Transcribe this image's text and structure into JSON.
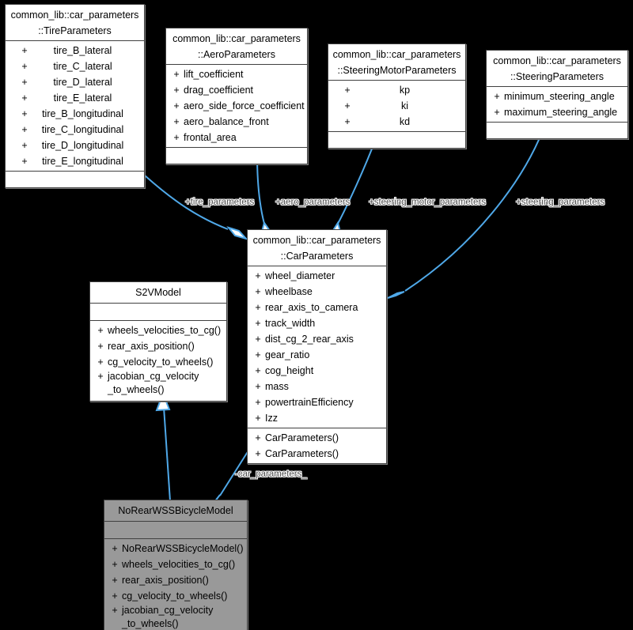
{
  "diagram": {
    "type": "uml-class-diagram",
    "background_color": "#000000",
    "edge_color": "#4fa8e8",
    "box_fill": "#ffffff",
    "focus_box_fill": "#999999",
    "border_color": "#404040"
  },
  "classes": {
    "tire_parameters": {
      "title_line1": "common_lib::car_parameters",
      "title_line2": "::TireParameters",
      "attributes": [
        {
          "vis": "+",
          "name": "tire_B_lateral"
        },
        {
          "vis": "+",
          "name": "tire_C_lateral"
        },
        {
          "vis": "+",
          "name": "tire_D_lateral"
        },
        {
          "vis": "+",
          "name": "tire_E_lateral"
        },
        {
          "vis": "+",
          "name": "tire_B_longitudinal"
        },
        {
          "vis": "+",
          "name": "tire_C_longitudinal"
        },
        {
          "vis": "+",
          "name": "tire_D_longitudinal"
        },
        {
          "vis": "+",
          "name": "tire_E_longitudinal"
        }
      ],
      "methods": []
    },
    "aero_parameters": {
      "title_line1": "common_lib::car_parameters",
      "title_line2": "::AeroParameters",
      "attributes": [
        {
          "vis": "+",
          "name": "lift_coefficient"
        },
        {
          "vis": "+",
          "name": "drag_coefficient"
        },
        {
          "vis": "+",
          "name": "aero_side_force_coefficient"
        },
        {
          "vis": "+",
          "name": "aero_balance_front"
        },
        {
          "vis": "+",
          "name": "frontal_area"
        }
      ],
      "methods": []
    },
    "steering_motor_parameters": {
      "title_line1": "common_lib::car_parameters",
      "title_line2": "::SteeringMotorParameters",
      "attributes": [
        {
          "vis": "+",
          "name": "kp"
        },
        {
          "vis": "+",
          "name": "ki"
        },
        {
          "vis": "+",
          "name": "kd"
        }
      ],
      "methods": []
    },
    "steering_parameters": {
      "title_line1": "common_lib::car_parameters",
      "title_line2": "::SteeringParameters",
      "attributes": [
        {
          "vis": "+",
          "name": "minimum_steering_angle"
        },
        {
          "vis": "+",
          "name": "maximum_steering_angle"
        }
      ],
      "methods": []
    },
    "car_parameters": {
      "title_line1": "common_lib::car_parameters",
      "title_line2": "::CarParameters",
      "attributes": [
        {
          "vis": "+",
          "name": "wheel_diameter"
        },
        {
          "vis": "+",
          "name": "wheelbase"
        },
        {
          "vis": "+",
          "name": "rear_axis_to_camera"
        },
        {
          "vis": "+",
          "name": "track_width"
        },
        {
          "vis": "+",
          "name": "dist_cg_2_rear_axis"
        },
        {
          "vis": "+",
          "name": "gear_ratio"
        },
        {
          "vis": "+",
          "name": "cog_height"
        },
        {
          "vis": "+",
          "name": "mass"
        },
        {
          "vis": "+",
          "name": "powertrainEfficiency"
        },
        {
          "vis": "+",
          "name": "Izz"
        }
      ],
      "methods": [
        {
          "vis": "+",
          "name": "CarParameters()"
        },
        {
          "vis": "+",
          "name": "CarParameters()"
        }
      ]
    },
    "s2vmodel": {
      "title_line1": "S2VModel",
      "title_line2": "",
      "attributes": [],
      "methods": [
        {
          "vis": "+",
          "name": "wheels_velocities_to_cg()"
        },
        {
          "vis": "+",
          "name": "rear_axis_position()"
        },
        {
          "vis": "+",
          "name": "cg_velocity_to_wheels()"
        },
        {
          "vis": "+",
          "name": "jacobian_cg_velocity\n_to_wheels()"
        }
      ]
    },
    "no_rear_wss_bicycle_model": {
      "title_line1": "NoRearWSSBicycleModel",
      "title_line2": "",
      "attributes": [],
      "methods": [
        {
          "vis": "+",
          "name": "NoRearWSSBicycleModel()"
        },
        {
          "vis": "+",
          "name": "wheels_velocities_to_cg()"
        },
        {
          "vis": "+",
          "name": "rear_axis_position()"
        },
        {
          "vis": "+",
          "name": "cg_velocity_to_wheels()"
        },
        {
          "vis": "+",
          "name": "jacobian_cg_velocity\n_to_wheels()"
        }
      ]
    }
  },
  "edge_labels": {
    "tire": "+tire_parameters",
    "aero": "+aero_parameters",
    "steering_motor": "+steering_motor_parameters",
    "steering": "+steering_parameters",
    "car_parameters_member": "-car_parameters_"
  }
}
